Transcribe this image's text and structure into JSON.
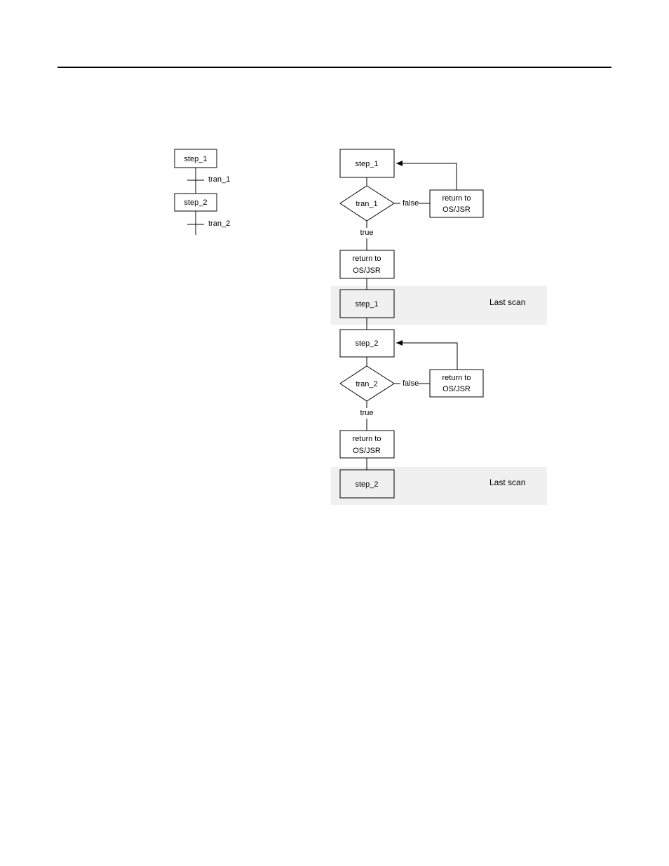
{
  "sfc": {
    "step1": "step_1",
    "tran1": "tran_1",
    "step2": "step_2",
    "tran2": "tran_2"
  },
  "flow": {
    "step1": "step_1",
    "tran1": "tran_1",
    "false1": "false",
    "ret1_line1": "return to",
    "ret1_line2": "OS/JSR",
    "true1": "true",
    "ret2_line1": "return to",
    "ret2_line2": "OS/JSR",
    "laststep1": "step_1",
    "lastscan1": "Last scan",
    "step2": "step_2",
    "tran2": "tran_2",
    "false2": "false",
    "ret3_line1": "return to",
    "ret3_line2": "OS/JSR",
    "true2": "true",
    "ret4_line1": "return to",
    "ret4_line2": "OS/JSR",
    "laststep2": "step_2",
    "lastscan2": "Last scan"
  }
}
